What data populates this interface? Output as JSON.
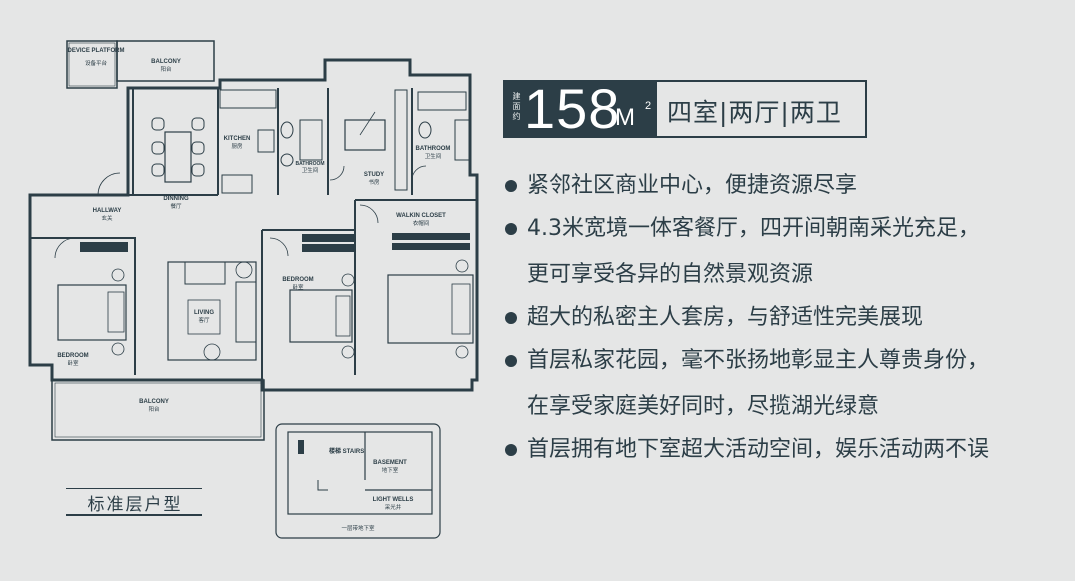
{
  "area": {
    "label_chars": [
      "建",
      "面",
      "约"
    ],
    "number": "158",
    "unit": "M",
    "unit_sup": "2",
    "layout": "四室|两厅|两卫"
  },
  "features": [
    {
      "lines": [
        "紧邻社区商业中心，便捷资源尽享"
      ]
    },
    {
      "lines": [
        "4.3米宽境一体客餐厅，四开间朝南采光充足，",
        "更可享受各异的自然景观资源"
      ]
    },
    {
      "lines": [
        "超大的私密主人套房，与舒适性完美展现"
      ]
    },
    {
      "lines": [
        "首层私家花园，毫不张扬地彰显主人尊贵身份，",
        "在享受家庭美好同时，尽揽湖光绿意"
      ]
    },
    {
      "lines": [
        "首层拥有地下室超大活动空间，娱乐活动两不误"
      ]
    }
  ],
  "caption": "标准层户型",
  "plan_labels": {
    "device_platform_en": "DEVICE PLATFORM",
    "device_platform_cn": "设备平台",
    "balcony_top_en": "BALCONY",
    "balcony_top_cn": "阳台",
    "kitchen_en": "KITCHEN",
    "kitchen_cn": "厨房",
    "dining_en": "DINNING",
    "dining_cn": "餐厅",
    "bathroom1_en": "BATHROOM",
    "bathroom1_cn": "卫生间",
    "study_en": "STUDY",
    "study_cn": "书房",
    "bathroom2_en": "BATHROOM",
    "bathroom2_cn": "卫生间",
    "hallway_en": "HALLWAY",
    "hallway_cn": "玄关",
    "walkin_en": "WALKIN CLOSET",
    "walkin_cn": "衣帽间",
    "bedroom1_en": "BEDROOM",
    "bedroom1_cn": "卧室",
    "living_en": "LIVING",
    "living_cn": "客厅",
    "bedroom2_en": "BEDROOM",
    "bedroom2_cn": "卧室",
    "balcony_bottom_en": "BALCONY",
    "balcony_bottom_cn": "阳台",
    "stairs": "楼梯 STAIRS",
    "basement_en": "BASEMENT",
    "basement_cn": "地下室",
    "lightwells_en": "LIGHT WELLS",
    "lightwells_cn": "采光井",
    "basement_caption": "一层带地下室"
  }
}
